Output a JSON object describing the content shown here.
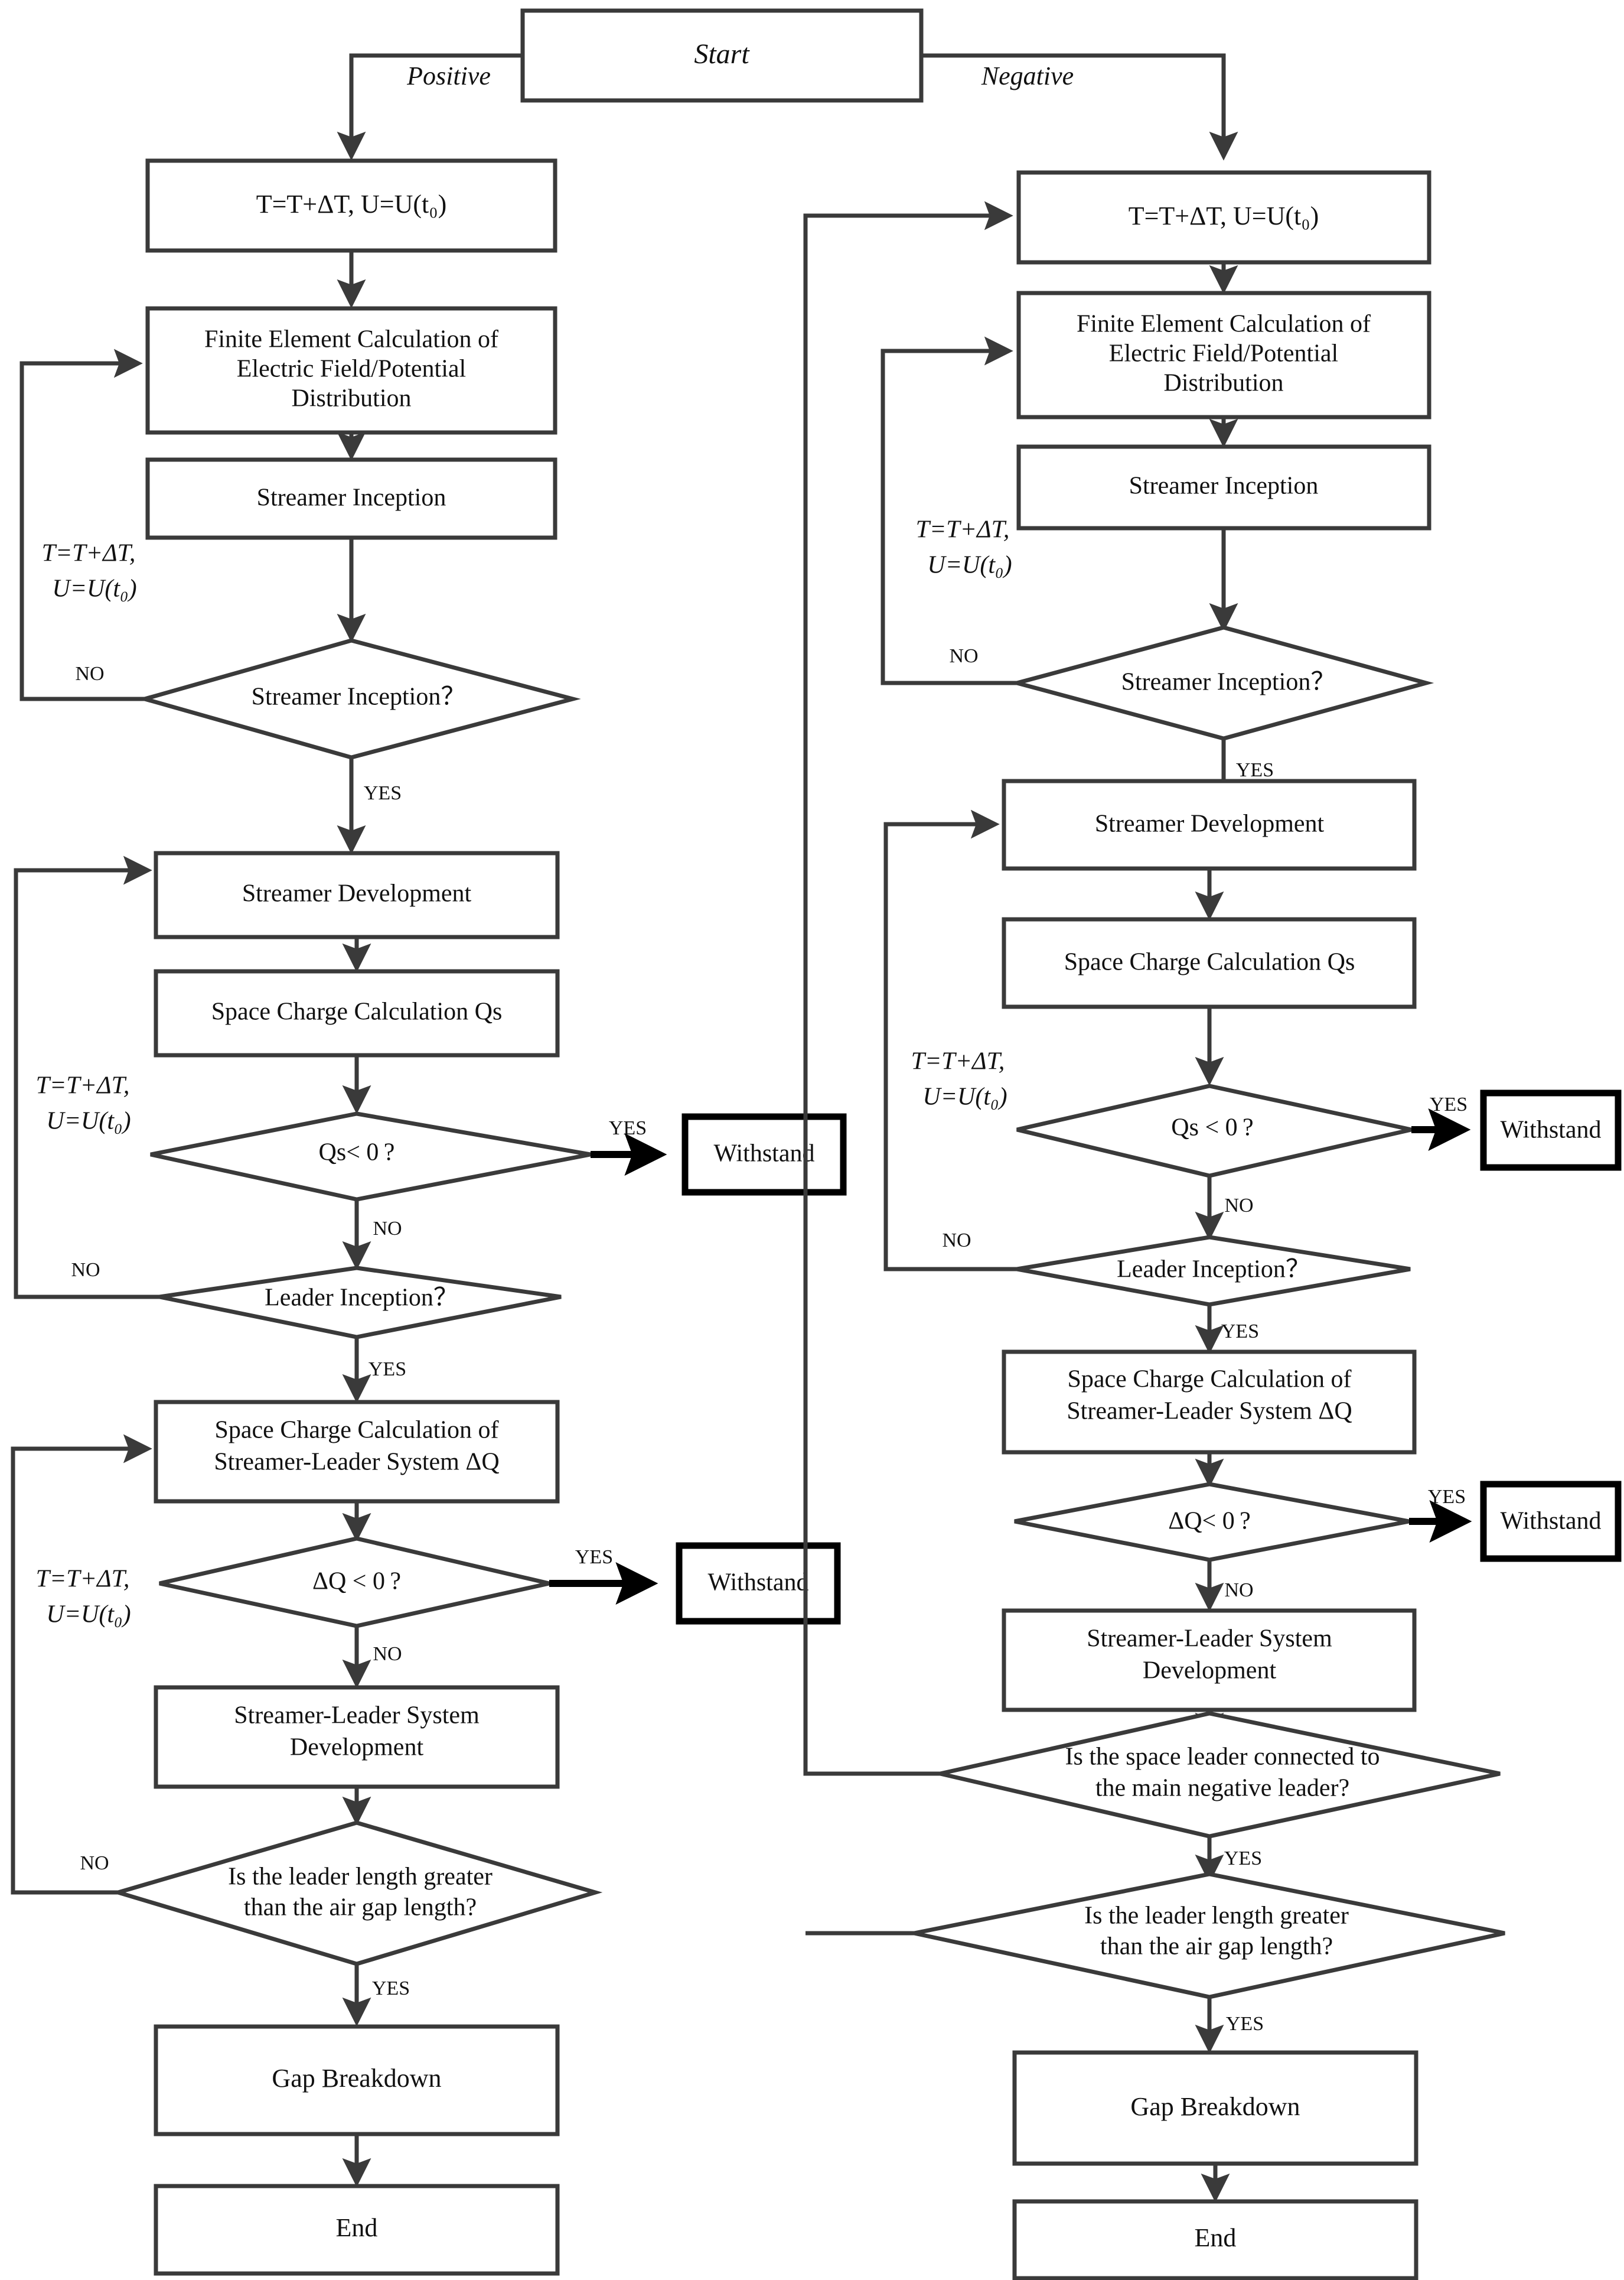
{
  "diagram": {
    "title_nodes": {
      "start": "Start",
      "branch_positive": "Positive",
      "branch_negative": "Negative"
    },
    "edge_labels": {
      "yes": "YES",
      "no": "NO"
    },
    "loop_label": {
      "line1": "T=T+ΔT,",
      "line2": "U=U(t₀)"
    },
    "left_column": {
      "name": "Positive polarity branch",
      "nodes": [
        {
          "id": "l-init",
          "type": "process",
          "text": "T=T+ΔT,   U=U(t₀)"
        },
        {
          "id": "l-fem",
          "type": "process",
          "line1": "Finite Element Calculation of",
          "line2": "Electric Field/Potential",
          "line3": "Distribution"
        },
        {
          "id": "l-si",
          "type": "process",
          "text": "Streamer Inception"
        },
        {
          "id": "l-siq",
          "type": "decision",
          "text": "Streamer Inception？"
        },
        {
          "id": "l-sd",
          "type": "process",
          "text": "Streamer Development"
        },
        {
          "id": "l-qs",
          "type": "process",
          "text": "Space Charge Calculation Qs"
        },
        {
          "id": "l-qsq",
          "type": "decision",
          "text": "Qs< 0 ?"
        },
        {
          "id": "l-with1",
          "type": "terminal",
          "text": "Withstand"
        },
        {
          "id": "l-liq",
          "type": "decision",
          "text": "Leader Inception？"
        },
        {
          "id": "l-dq",
          "type": "process",
          "line1": "Space Charge Calculation of",
          "line2": "Streamer-Leader System ΔQ"
        },
        {
          "id": "l-dqq",
          "type": "decision",
          "text": "ΔQ < 0 ?"
        },
        {
          "id": "l-with2",
          "type": "terminal",
          "text": "Withstand"
        },
        {
          "id": "l-slsd",
          "type": "process",
          "line1": "Streamer-Leader System",
          "line2": "Development"
        },
        {
          "id": "l-lenq",
          "type": "decision",
          "line1": "Is the leader length greater",
          "line2": "than the air gap length?"
        },
        {
          "id": "l-gap",
          "type": "process",
          "text": "Gap Breakdown"
        },
        {
          "id": "l-end",
          "type": "process",
          "text": "End"
        }
      ]
    },
    "right_column": {
      "name": "Negative polarity branch",
      "nodes": [
        {
          "id": "r-init",
          "type": "process",
          "text": "T=T+ΔT,   U=U(t₀)"
        },
        {
          "id": "r-fem",
          "type": "process",
          "line1": "Finite Element Calculation of",
          "line2": "Electric Field/Potential",
          "line3": "Distribution"
        },
        {
          "id": "r-si",
          "type": "process",
          "text": "Streamer Inception"
        },
        {
          "id": "r-siq",
          "type": "decision",
          "text": "Streamer Inception？"
        },
        {
          "id": "r-sd",
          "type": "process",
          "text": "Streamer Development"
        },
        {
          "id": "r-qs",
          "type": "process",
          "text": "Space Charge Calculation Qs"
        },
        {
          "id": "r-qsq",
          "type": "decision",
          "text": "Qs < 0 ?"
        },
        {
          "id": "r-with1",
          "type": "terminal",
          "text": "Withstand"
        },
        {
          "id": "r-liq",
          "type": "decision",
          "text": "Leader Inception？"
        },
        {
          "id": "r-dq",
          "type": "process",
          "line1": "Space Charge Calculation of",
          "line2": "Streamer-Leader System ΔQ"
        },
        {
          "id": "r-dqq",
          "type": "decision",
          "text": "ΔQ< 0 ?"
        },
        {
          "id": "r-with2",
          "type": "terminal",
          "text": "Withstand"
        },
        {
          "id": "r-slsd",
          "type": "process",
          "line1": "Streamer-Leader System",
          "line2": "Development"
        },
        {
          "id": "r-conq",
          "type": "decision",
          "line1": "Is the space leader connected to",
          "line2": "the main negative leader?"
        },
        {
          "id": "r-lenq",
          "type": "decision",
          "line1": "Is the leader length greater",
          "line2": "than the air gap length?"
        },
        {
          "id": "r-gap",
          "type": "process",
          "text": "Gap Breakdown"
        },
        {
          "id": "r-end",
          "type": "process",
          "text": "End"
        }
      ]
    },
    "colors": {
      "stroke": "#3a3a3a",
      "stroke_thick": "#000000",
      "fill": "#ffffff",
      "text": "#111111"
    }
  }
}
